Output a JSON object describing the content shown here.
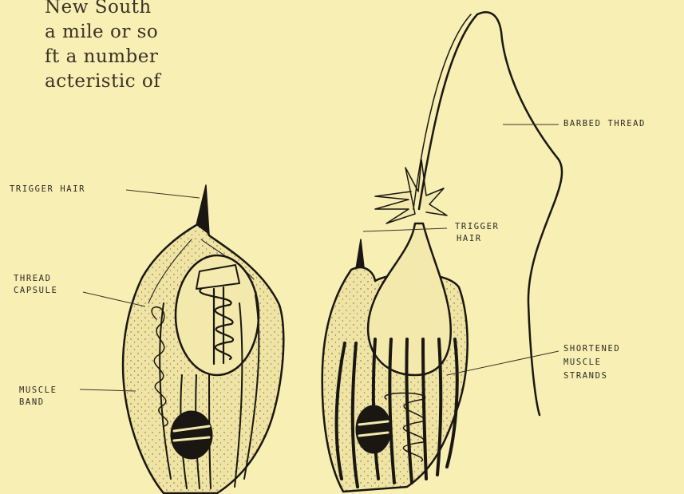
{
  "body_text": {
    "lines": [
      "New South",
      "a mile or so",
      "ft a number",
      "acteristic of"
    ]
  },
  "labels": {
    "trigger_hair_left": "TRIGGER  HAIR",
    "thread_capsule_line1": "THREAD",
    "thread_capsule_line2": "CAPSULE",
    "muscle_band_line1": "MUSCLE",
    "muscle_band_line2": "BAND",
    "trigger_hair_right_line1": "TRIGGER",
    "trigger_hair_right_line2": "HAIR",
    "barbed_thread": "BARBED THREAD",
    "shortened_line1": "SHORTENED",
    "shortened_line2": "MUSCLE",
    "shortened_line3": "STRANDS"
  },
  "colors": {
    "page": "#f7efb3",
    "ink": "#1a1712",
    "cell_fill": "#efe4a4"
  }
}
